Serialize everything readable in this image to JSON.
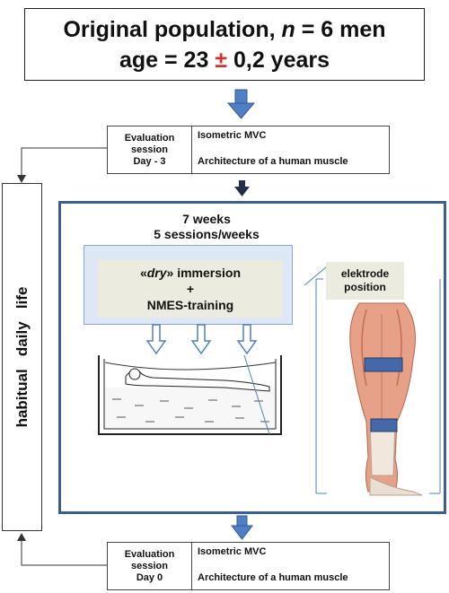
{
  "title": {
    "line1_prefix": "Original population, ",
    "line1_var": "n",
    "line1_suffix": " = 6 men",
    "line2_prefix": "age = 23 ",
    "line2_pm": "±",
    "line2_suffix": " 0,2 years"
  },
  "eval_before": {
    "line1": "Evaluation",
    "line2": "session",
    "line3": "Day  - 3",
    "test1": "Isometric MVC",
    "test2": "Architecture of a human muscle"
  },
  "eval_after": {
    "line1": "Evaluation",
    "line2": "session",
    "line3": "Day  0",
    "test1": "Isometric MVC",
    "test2": "Architecture of a human muscle"
  },
  "habitual_life": "habitual   daily   life",
  "program": {
    "weeks": "7 weeks",
    "sessions": "5 sessions/weeks",
    "immersion_open": "«",
    "immersion_dry": "dry",
    "immersion_close": "» immersion",
    "plus": "+",
    "nmes": "NMES-training",
    "electrode_line1": "elektrode",
    "electrode_line2": "position"
  },
  "colors": {
    "arrow_blue": "#4f7fc4",
    "frame_blue": "#3c5f8f",
    "pm_red": "#d2322d",
    "panel_blue": "#dde7f5",
    "panel_beige": "#ecebdf",
    "electrode_blue": "#4468a8"
  }
}
